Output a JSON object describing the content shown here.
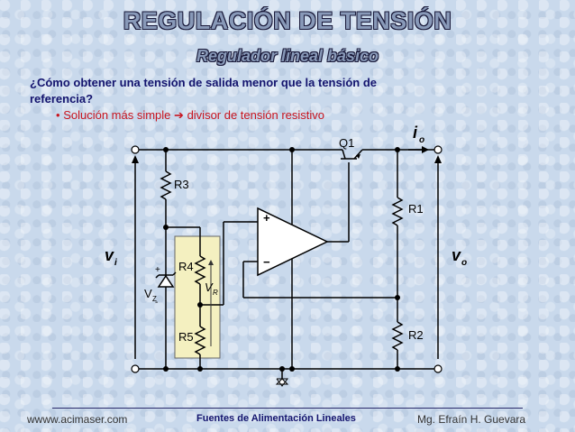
{
  "title": "REGULACIÓN DE TENSIÓN",
  "subtitle": "Regulador lineal básico",
  "question": "¿Cómo obtener una tensión de salida menor que la tensión de referencia?",
  "bullet": {
    "prefix": "Solución más simple",
    "arrow": "➔",
    "suffix": "divisor de tensión resistivo"
  },
  "circuit": {
    "q1": "Q1",
    "r1": "R1",
    "r2": "R2",
    "r3": "R3",
    "r4": "R4",
    "r5": "R5",
    "vz": "V",
    "vz_sub": "Z",
    "vr": "V",
    "vr_sub": "R",
    "vi": "v",
    "vi_sub": "i",
    "vo": "v",
    "vo_sub": "o",
    "io": "i",
    "io_sub": "o",
    "plus": "+",
    "minus": "−",
    "vz_plus": "+",
    "vz_minus": "-"
  },
  "footer": {
    "left": "wwww.acimaser.com",
    "middle": "Fuentes de Alimentación Lineales",
    "right": "Mg. Efraín  H. Guevara"
  },
  "colors": {
    "title": "#8899b8",
    "question": "#14146e",
    "bullet": "#c8141e",
    "highlight": "#f4f0c0"
  }
}
